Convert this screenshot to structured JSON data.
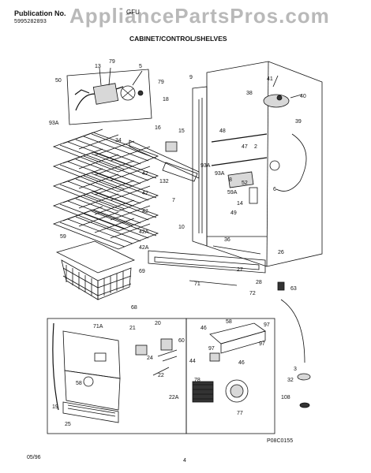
{
  "header": {
    "publication_label": "Publication No.",
    "publication_number": "5995282893",
    "model_partial": "GFU",
    "watermark": "AppliancePartsPros.com",
    "section_title": "CABINET/CONTROL/SHELVES"
  },
  "footer": {
    "date": "05/96",
    "page": "4",
    "figure_id": "P08C0155"
  },
  "callouts": {
    "c13": "13",
    "c79a": "79",
    "c5": "5",
    "c50": "50",
    "c79b": "79",
    "c93a_top": "93A",
    "c9": "9",
    "c41": "41",
    "c38": "38",
    "c40": "40",
    "c39": "39",
    "c18": "18",
    "c16": "16",
    "c15": "15",
    "c34": "34",
    "c47": "47",
    "c2": "2",
    "c48": "48",
    "c93a_mid": "93A",
    "c93a_mid2": "93A",
    "c8": "8",
    "c52": "52",
    "c59a": "59A",
    "c6": "6",
    "c132": "132",
    "c7": "7",
    "c14": "14",
    "c49": "49",
    "c42a": "42",
    "c42b": "42",
    "c42c": "42",
    "c42d": "42",
    "c42A1": "42A",
    "c42A2": "42A",
    "c10": "10",
    "c36": "36",
    "c26": "26",
    "c59": "59",
    "c69": "69",
    "c71": "71",
    "c27": "27",
    "c28": "28",
    "c72": "72",
    "c63": "63",
    "c68": "68",
    "c71A": "71A",
    "c21": "21",
    "c20": "20",
    "c60": "60",
    "c24": "24",
    "c22": "22",
    "c22A": "22A",
    "c58": "58",
    "c19": "19",
    "c25": "25",
    "c46": "46",
    "c58b": "58",
    "c97a": "97",
    "c97b": "97",
    "c97c": "97",
    "c44": "44",
    "c46b": "46",
    "c78": "78",
    "c77": "77",
    "c3": "3",
    "c32": "32",
    "c108": "108"
  }
}
